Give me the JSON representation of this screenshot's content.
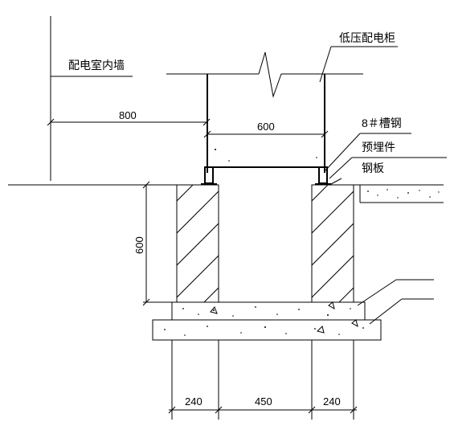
{
  "labels": {
    "wall": "配电室内墙",
    "cabinet": "低压配电柜",
    "channel": "8＃槽钢",
    "embedded": "预埋件",
    "plate": "钢板"
  },
  "dimensions": {
    "wall_to_cabinet": "800",
    "cabinet_width": "600",
    "depth": "600",
    "left_wall": "240",
    "gap": "450",
    "right_wall": "240"
  }
}
